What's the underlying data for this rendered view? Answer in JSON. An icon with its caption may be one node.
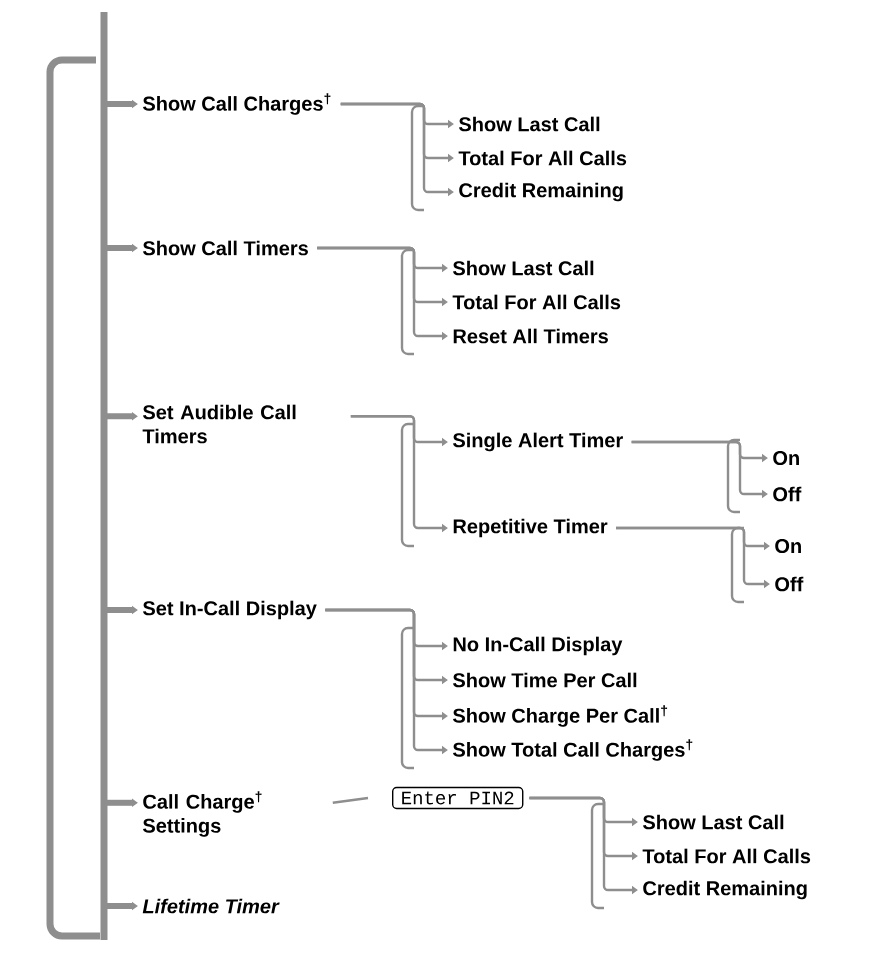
{
  "diagram": {
    "nodes": [
      {
        "text": [
          "Show Call Charges$^{†}$"
        ]
      },
      {
        "text": [
          "Show Last Call"
        ]
      },
      {
        "text": [
          "Total For All Calls"
        ]
      },
      {
        "text": [
          "Credit Remaining"
        ]
      },
      {
        "text": [
          "Show Call Timers"
        ]
      },
      {
        "text": [
          "Show Last Call"
        ]
      },
      {
        "text": [
          "Total For All Calls"
        ]
      },
      {
        "text": [
          "Reset All Timers"
        ]
      },
      {
        "text": [
          "Set Audible Call Timers"
        ]
      },
      {
        "text": [
          "Single Alert Timer"
        ]
      },
      {
        "text": [
          "On"
        ]
      },
      {
        "text": [
          "Off"
        ]
      },
      {
        "text": [
          "Repetitive Timer"
        ]
      },
      {
        "text": [
          "On"
        ]
      },
      {
        "text": [
          "Off"
        ]
      },
      {
        "text": [
          "Set In-Call Display"
        ]
      },
      {
        "text": [
          "No In-Call Display"
        ]
      },
      {
        "text": [
          "Show Time Per Call"
        ]
      },
      {
        "text": [
          "Show Charge Per Call$^{†}$"
        ]
      },
      {
        "text": [
          "Show Total Call Charges$^{†}$"
        ]
      },
      {
        "text": [
          "Call Charge$^{†}$ Settings"
        ]
      },
      {
        "text": [
          "Enter PIN2"
        ]
      },
      {
        "text": [
          "Show Last Call"
        ]
      },
      {
        "text": [
          "Total For All Calls"
        ]
      },
      {
        "text": [
          "Credit Remaining"
        ]
      },
      {
        "text": [
          "Lifetime Timer"
        ]
      }
    ],
    "edges": [
      {
        "from": null,
        "to": 0,
        "arrow": "to",
        "style": "thick"
      },
      {
        "from": null,
        "to": 4,
        "arrow": "to",
        "style": "thick"
      },
      {
        "from": null,
        "to": 8,
        "arrow": "to",
        "style": "thick"
      },
      {
        "from": null,
        "to": 15,
        "arrow": "to",
        "style": "thick"
      },
      {
        "from": null,
        "to": 20,
        "arrow": "to",
        "style": "thick"
      },
      {
        "from": null,
        "to": 25,
        "arrow": "to",
        "style": "thick"
      },
      {
        "from": 0,
        "to": 1,
        "arrow": "to"
      },
      {
        "from": 0,
        "to": 2,
        "arrow": "to"
      },
      {
        "from": 0,
        "to": 3,
        "arrow": "to"
      },
      {
        "from": 4,
        "to": 5,
        "arrow": "to"
      },
      {
        "from": 4,
        "to": 6,
        "arrow": "to"
      },
      {
        "from": 4,
        "to": 7,
        "arrow": "to"
      },
      {
        "from": 8,
        "to": 9,
        "arrow": "to"
      },
      {
        "from": 8,
        "to": 12,
        "arrow": "to"
      },
      {
        "from": 9,
        "to": 10,
        "arrow": "to"
      },
      {
        "from": 9,
        "to": 11,
        "arrow": "to"
      },
      {
        "from": 12,
        "to": 13,
        "arrow": "to"
      },
      {
        "from": 12,
        "to": 14,
        "arrow": "to"
      },
      {
        "from": 15,
        "to": 16,
        "arrow": "to"
      },
      {
        "from": 15,
        "to": 17,
        "arrow": "to"
      },
      {
        "from": 15,
        "to": 18,
        "arrow": "to"
      },
      {
        "from": 15,
        "to": 19,
        "arrow": "to"
      },
      {
        "from": 20,
        "to": 21,
        "arrow": "none"
      },
      {
        "from": 21,
        "to": 22,
        "arrow": "to"
      },
      {
        "from": 21,
        "to": 23,
        "arrow": "to"
      },
      {
        "from": 21,
        "to": 24,
        "arrow": "to"
      }
    ]
  }
}
